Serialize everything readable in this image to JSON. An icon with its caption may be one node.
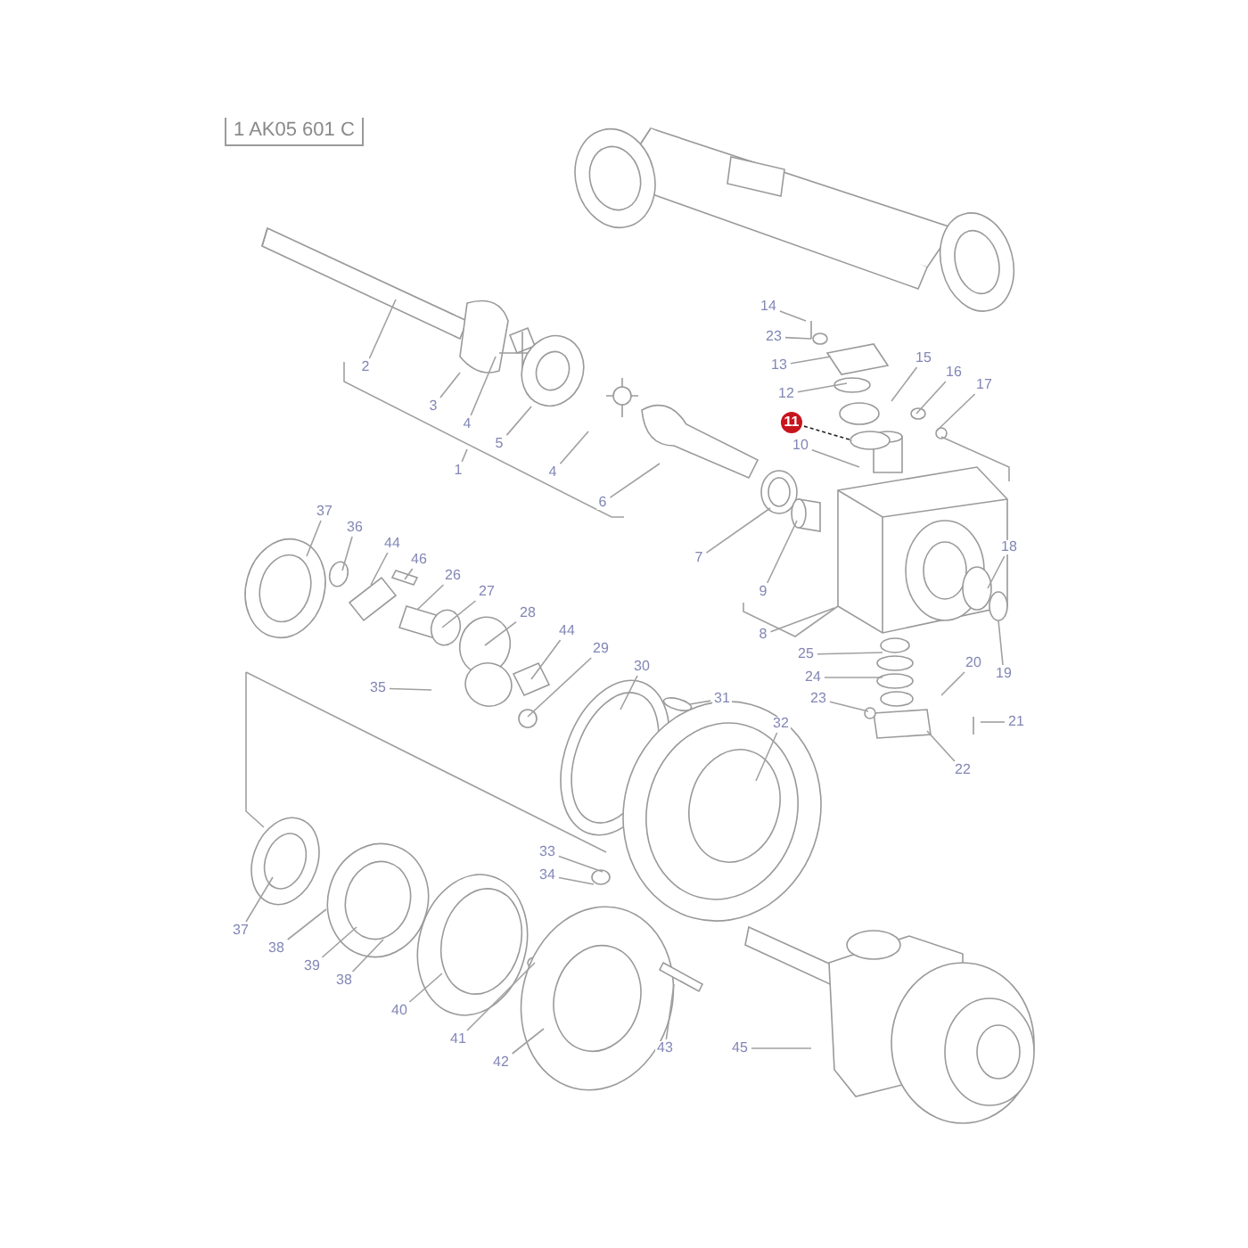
{
  "diagram": {
    "nodes": [
      {
        "text": [
          "1 AK05 601 C"
        ]
      },
      {
        "text": [
          "2"
        ]
      },
      {
        "text": [
          "3"
        ]
      },
      {
        "text": [
          "4"
        ]
      },
      {
        "text": [
          "5"
        ]
      },
      {
        "text": [
          "1"
        ]
      },
      {
        "text": [
          "4"
        ]
      },
      {
        "text": [
          "6"
        ]
      },
      {
        "text": [
          "14"
        ]
      },
      {
        "text": [
          "23"
        ]
      },
      {
        "text": [
          "13"
        ]
      },
      {
        "text": [
          "12"
        ]
      },
      {
        "text": [
          "15"
        ]
      },
      {
        "text": [
          "16"
        ]
      },
      {
        "text": [
          "17"
        ]
      },
      {
        "text": [
          "11"
        ]
      },
      {
        "text": [
          "10"
        ]
      },
      {
        "text": [
          "7"
        ]
      },
      {
        "text": [
          "9"
        ]
      },
      {
        "text": [
          "8"
        ]
      },
      {
        "text": [
          "18"
        ]
      },
      {
        "text": [
          "19"
        ]
      },
      {
        "text": [
          "25"
        ]
      },
      {
        "text": [
          "24"
        ]
      },
      {
        "text": [
          "20"
        ]
      },
      {
        "text": [
          "23"
        ]
      },
      {
        "text": [
          "21"
        ]
      },
      {
        "text": [
          "22"
        ]
      },
      {
        "text": [
          "37"
        ]
      },
      {
        "text": [
          "36"
        ]
      },
      {
        "text": [
          "44"
        ]
      },
      {
        "text": [
          "46"
        ]
      },
      {
        "text": [
          "26"
        ]
      },
      {
        "text": [
          "27"
        ]
      },
      {
        "text": [
          "28"
        ]
      },
      {
        "text": [
          "44"
        ]
      },
      {
        "text": [
          "29"
        ]
      },
      {
        "text": [
          "35"
        ]
      },
      {
        "text": [
          "30"
        ]
      },
      {
        "text": [
          "31"
        ]
      },
      {
        "text": [
          "32"
        ]
      },
      {
        "text": [
          "33"
        ]
      },
      {
        "text": [
          "34"
        ]
      },
      {
        "text": [
          "37"
        ]
      },
      {
        "text": [
          "38"
        ]
      },
      {
        "text": [
          "39"
        ]
      },
      {
        "text": [
          "38"
        ]
      },
      {
        "text": [
          "40"
        ]
      },
      {
        "text": [
          "41"
        ]
      },
      {
        "text": [
          "42"
        ]
      },
      {
        "text": [
          "43"
        ]
      },
      {
        "text": [
          "45"
        ]
      }
    ],
    "edges": [
      {
        "from": 1,
        "to": null,
        "arrow": "none"
      },
      {
        "from": 2,
        "to": null,
        "arrow": "none"
      },
      {
        "from": 3,
        "to": null,
        "arrow": "none"
      },
      {
        "from": 4,
        "to": null,
        "arrow": "none"
      },
      {
        "from": 5,
        "to": null,
        "arrow": "none"
      },
      {
        "from": 6,
        "to": null,
        "arrow": "none"
      },
      {
        "from": 7,
        "to": null,
        "arrow": "none"
      },
      {
        "from": 8,
        "to": null,
        "arrow": "none"
      },
      {
        "from": 9,
        "to": null,
        "arrow": "none"
      },
      {
        "from": 10,
        "to": null,
        "arrow": "none"
      },
      {
        "from": 11,
        "to": null,
        "arrow": "none"
      },
      {
        "from": 12,
        "to": null,
        "arrow": "none"
      },
      {
        "from": 13,
        "to": null,
        "arrow": "none"
      },
      {
        "from": 14,
        "to": null,
        "arrow": "none"
      },
      {
        "from": 15,
        "to": null,
        "arrow": "none",
        "style": "dashed",
        "color": "#222222"
      },
      {
        "from": 16,
        "to": null,
        "arrow": "none"
      },
      {
        "from": 17,
        "to": null,
        "arrow": "none"
      },
      {
        "from": 18,
        "to": null,
        "arrow": "none"
      },
      {
        "from": 19,
        "to": null,
        "arrow": "none"
      },
      {
        "from": 20,
        "to": null,
        "arrow": "none"
      },
      {
        "from": 21,
        "to": null,
        "arrow": "none"
      },
      {
        "from": 22,
        "to": null,
        "arrow": "none"
      },
      {
        "from": 23,
        "to": null,
        "arrow": "none"
      },
      {
        "from": 24,
        "to": null,
        "arrow": "none"
      },
      {
        "from": 25,
        "to": null,
        "arrow": "none"
      },
      {
        "from": 26,
        "to": null,
        "arrow": "none"
      },
      {
        "from": 27,
        "to": null,
        "arrow": "none"
      },
      {
        "from": 28,
        "to": null,
        "arrow": "none"
      },
      {
        "from": 29,
        "to": null,
        "arrow": "none"
      },
      {
        "from": 30,
        "to": null,
        "arrow": "none"
      },
      {
        "from": 31,
        "to": null,
        "arrow": "none"
      },
      {
        "from": 32,
        "to": null,
        "arrow": "none"
      },
      {
        "from": 33,
        "to": null,
        "arrow": "none"
      },
      {
        "from": 34,
        "to": null,
        "arrow": "none"
      },
      {
        "from": 35,
        "to": null,
        "arrow": "none"
      },
      {
        "from": 36,
        "to": null,
        "arrow": "none"
      },
      {
        "from": 37,
        "to": null,
        "arrow": "none"
      },
      {
        "from": 38,
        "to": null,
        "arrow": "none"
      },
      {
        "from": 39,
        "to": null,
        "arrow": "none"
      },
      {
        "from": 40,
        "to": null,
        "arrow": "none"
      },
      {
        "from": 41,
        "to": null,
        "arrow": "none"
      },
      {
        "from": 42,
        "to": null,
        "arrow": "none"
      },
      {
        "from": 43,
        "to": null,
        "arrow": "none"
      },
      {
        "from": 44,
        "to": null,
        "arrow": "none"
      },
      {
        "from": 45,
        "to": null,
        "arrow": "none"
      },
      {
        "from": 46,
        "to": null,
        "arrow": "none"
      },
      {
        "from": 47,
        "to": null,
        "arrow": "none"
      },
      {
        "from": 48,
        "to": null,
        "arrow": "none"
      },
      {
        "from": 49,
        "to": null,
        "arrow": "none"
      },
      {
        "from": 50,
        "to": null,
        "arrow": "none"
      },
      {
        "from": 51,
        "to": null,
        "arrow": "none"
      }
    ]
  }
}
